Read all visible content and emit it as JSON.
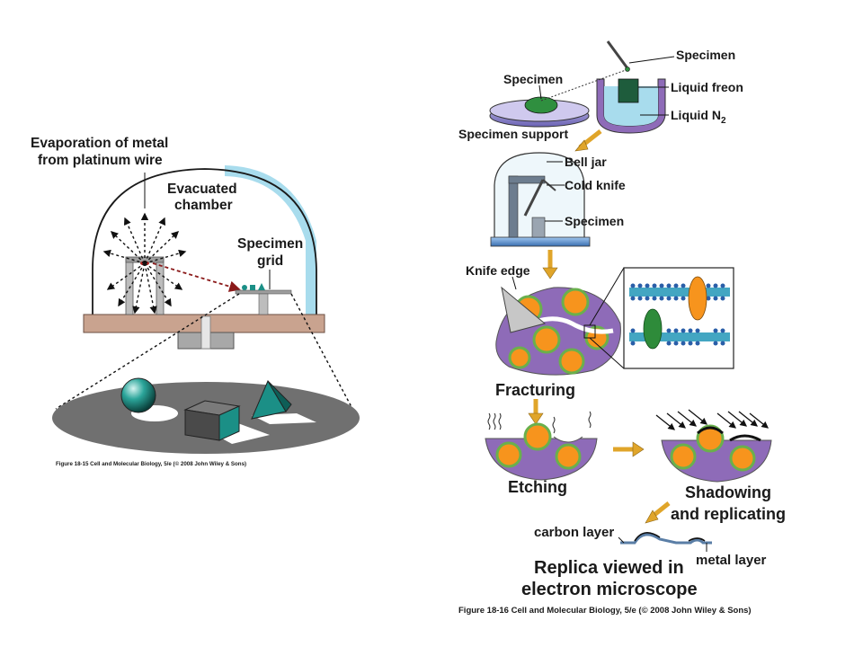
{
  "figure_left": {
    "label_evaporation_line1": "Evaporation of metal",
    "label_evaporation_line2": "from platinum wire",
    "label_chamber_line1": "Evacuated",
    "label_chamber_line2": "chamber",
    "label_grid_line1": "Specimen",
    "label_grid_line2": "grid",
    "caption": "Figure 18-15  Cell and Molecular Biology, 5/e (© 2008 John Wiley & Sons)"
  },
  "figure_right": {
    "label_specimen_top": "Specimen",
    "label_specimen_dish": "Specimen",
    "label_liquid_freon": "Liquid freon",
    "label_liquid_n2": "Liquid N",
    "label_liquid_n2_sub": "2",
    "label_specimen_support": "Specimen support",
    "label_bell_jar": "Bell jar",
    "label_cold_knife": "Cold knife",
    "label_specimen_jar": "Specimen",
    "label_knife_edge": "Knife edge",
    "label_fracturing": "Fracturing",
    "label_etching": "Etching",
    "label_shadowing_line1": "Shadowing",
    "label_shadowing_line2": "and replicating",
    "label_carbon_layer": "carbon layer",
    "label_metal_layer": "metal layer",
    "label_replica_line1": "Replica viewed in",
    "label_replica_line2": "electron microscope",
    "caption": "Figure 18-16  Cell and Molecular Biology, 5/e (© 2008 John Wiley & Sons)"
  },
  "colors": {
    "chamber_blue": "#a8dced",
    "base_tan": "#c9a38f",
    "orange": "#f7941d",
    "purple": "#8e6bb8",
    "green_rim": "#6ab04c",
    "teal": "#1b8f86",
    "arrow_gold": "#e0a52a",
    "freon_dark": "#1e5c3c",
    "specimen_red": "#b22222"
  }
}
